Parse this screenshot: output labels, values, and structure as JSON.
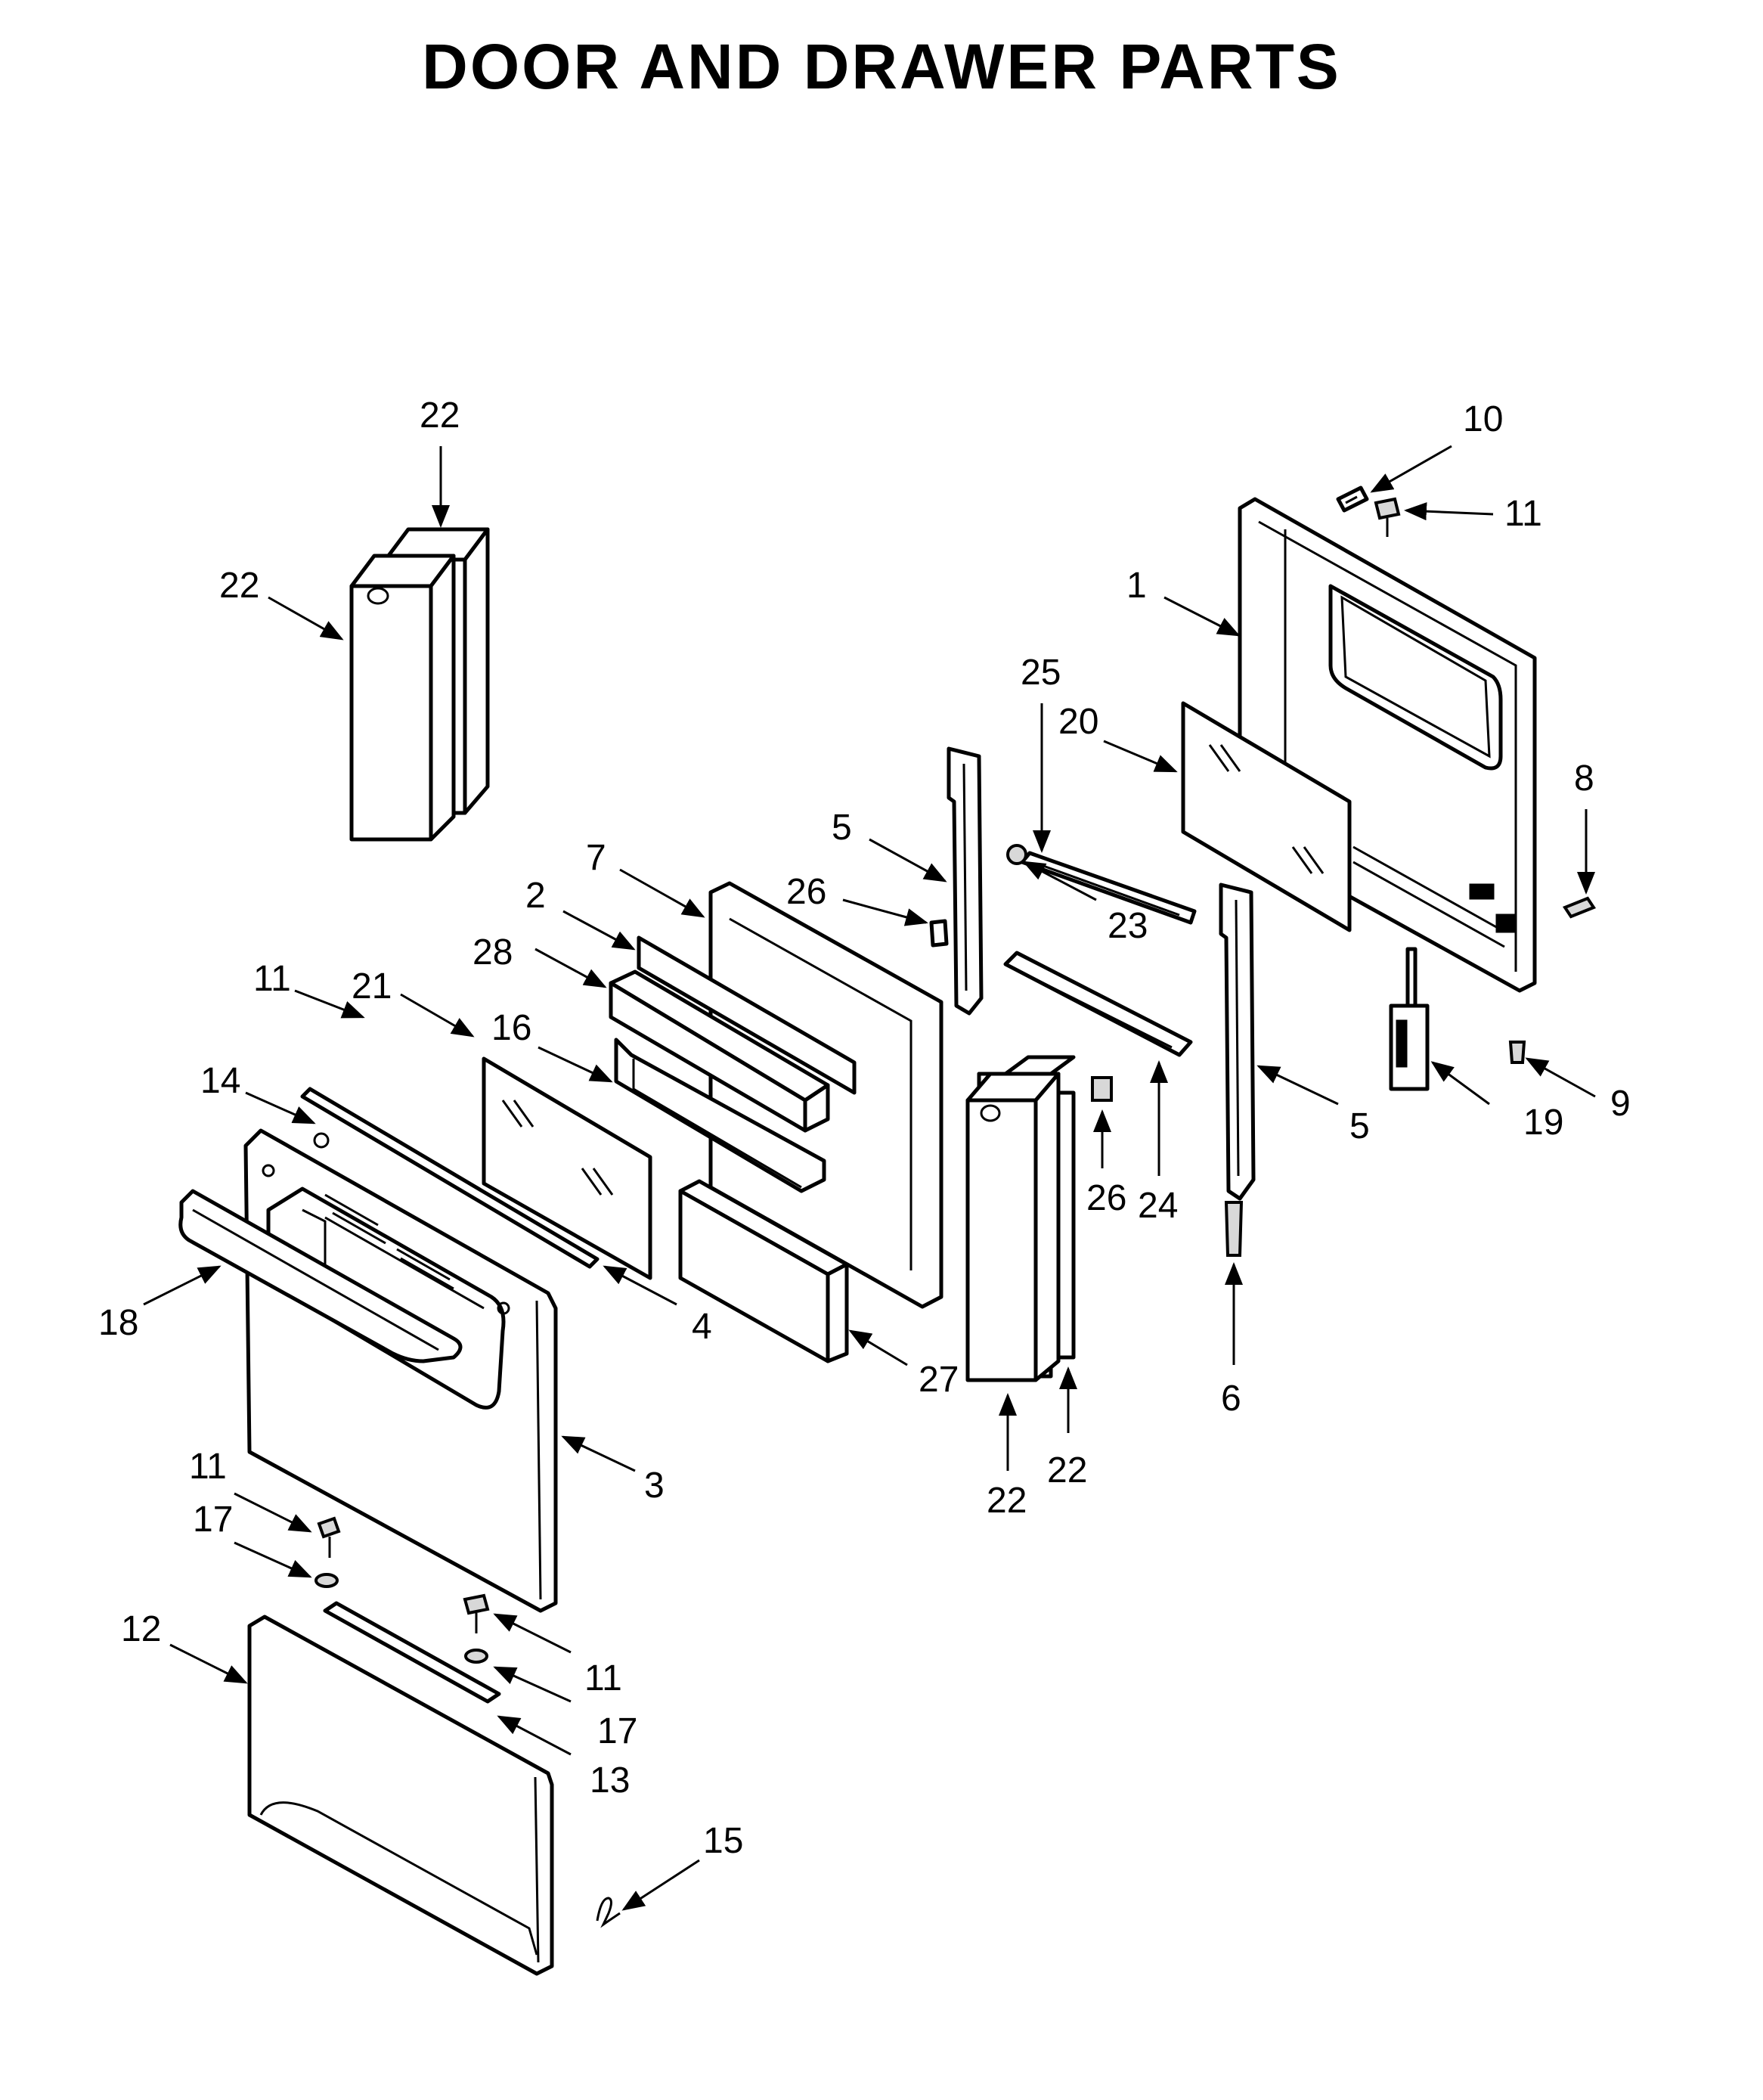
{
  "title": "DOOR AND DRAWER PARTS",
  "callouts": [
    {
      "id": "c-22-top",
      "label": "22"
    },
    {
      "id": "c-22-left",
      "label": "22"
    },
    {
      "id": "c-10",
      "label": "10"
    },
    {
      "id": "c-11-top",
      "label": "11"
    },
    {
      "id": "c-1",
      "label": "1"
    },
    {
      "id": "c-25",
      "label": "25"
    },
    {
      "id": "c-20",
      "label": "20"
    },
    {
      "id": "c-8",
      "label": "8"
    },
    {
      "id": "c-5-top",
      "label": "5"
    },
    {
      "id": "c-7",
      "label": "7"
    },
    {
      "id": "c-26-top",
      "label": "26"
    },
    {
      "id": "c-23",
      "label": "23"
    },
    {
      "id": "c-2",
      "label": "2"
    },
    {
      "id": "c-28",
      "label": "28"
    },
    {
      "id": "c-11-mid",
      "label": "11"
    },
    {
      "id": "c-21",
      "label": "21"
    },
    {
      "id": "c-16",
      "label": "16"
    },
    {
      "id": "c-14",
      "label": "14"
    },
    {
      "id": "c-9",
      "label": "9"
    },
    {
      "id": "c-19",
      "label": "19"
    },
    {
      "id": "c-5-right",
      "label": "5"
    },
    {
      "id": "c-26-mid",
      "label": "26"
    },
    {
      "id": "c-24",
      "label": "24"
    },
    {
      "id": "c-18",
      "label": "18"
    },
    {
      "id": "c-4",
      "label": "4"
    },
    {
      "id": "c-27",
      "label": "27"
    },
    {
      "id": "c-6",
      "label": "6"
    },
    {
      "id": "c-22-b1",
      "label": "22"
    },
    {
      "id": "c-22-b2",
      "label": "22"
    },
    {
      "id": "c-3",
      "label": "3"
    },
    {
      "id": "c-11-low",
      "label": "11"
    },
    {
      "id": "c-17-left",
      "label": "17"
    },
    {
      "id": "c-12",
      "label": "12"
    },
    {
      "id": "c-11-right",
      "label": "11"
    },
    {
      "id": "c-17-right",
      "label": "17"
    },
    {
      "id": "c-13",
      "label": "13"
    },
    {
      "id": "c-15",
      "label": "15"
    }
  ]
}
